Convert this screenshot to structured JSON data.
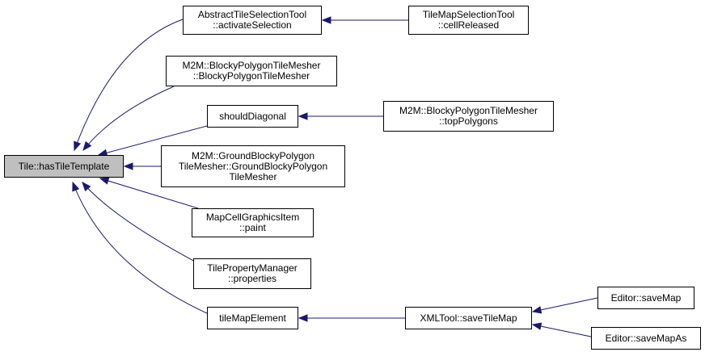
{
  "graph": {
    "edge_color": "#191970",
    "root_fill": "#bfbfbf",
    "nodes": [
      {
        "id": "has_tile_template",
        "lines": [
          "Tile::hasTileTemplate"
        ]
      },
      {
        "id": "activate_selection",
        "lines": [
          "AbstractTileSelectionTool",
          "::activateSelection"
        ]
      },
      {
        "id": "cell_released",
        "lines": [
          "TileMapSelectionTool",
          "::cellReleased"
        ]
      },
      {
        "id": "blocky_polygon_tile_mesher",
        "lines": [
          "M2M::BlockyPolygonTileMesher",
          "::BlockyPolygonTileMesher"
        ]
      },
      {
        "id": "should_diagonal",
        "lines": [
          "shouldDiagonal"
        ]
      },
      {
        "id": "top_polygons",
        "lines": [
          "M2M::BlockyPolygonTileMesher",
          "::topPolygons"
        ]
      },
      {
        "id": "ground_blocky_polygon_tile_mesher",
        "lines": [
          "M2M::GroundBlockyPolygon",
          "TileMesher::GroundBlockyPolygon",
          "TileMesher"
        ]
      },
      {
        "id": "paint",
        "lines": [
          "MapCellGraphicsItem",
          "::paint"
        ]
      },
      {
        "id": "properties",
        "lines": [
          "TilePropertyManager",
          "::properties"
        ]
      },
      {
        "id": "tile_map_element",
        "lines": [
          "tileMapElement"
        ]
      },
      {
        "id": "save_tile_map",
        "lines": [
          "XMLTool::saveTileMap"
        ]
      },
      {
        "id": "save_map",
        "lines": [
          "Editor::saveMap"
        ]
      },
      {
        "id": "save_map_as",
        "lines": [
          "Editor::saveMapAs"
        ]
      }
    ],
    "edges": [
      {
        "from": "activate_selection",
        "to": "has_tile_template"
      },
      {
        "from": "blocky_polygon_tile_mesher",
        "to": "has_tile_template"
      },
      {
        "from": "should_diagonal",
        "to": "has_tile_template"
      },
      {
        "from": "ground_blocky_polygon_tile_mesher",
        "to": "has_tile_template"
      },
      {
        "from": "paint",
        "to": "has_tile_template"
      },
      {
        "from": "properties",
        "to": "has_tile_template"
      },
      {
        "from": "tile_map_element",
        "to": "has_tile_template"
      },
      {
        "from": "cell_released",
        "to": "activate_selection"
      },
      {
        "from": "top_polygons",
        "to": "should_diagonal"
      },
      {
        "from": "save_tile_map",
        "to": "tile_map_element"
      },
      {
        "from": "save_map",
        "to": "save_tile_map"
      },
      {
        "from": "save_map_as",
        "to": "save_tile_map"
      }
    ]
  }
}
